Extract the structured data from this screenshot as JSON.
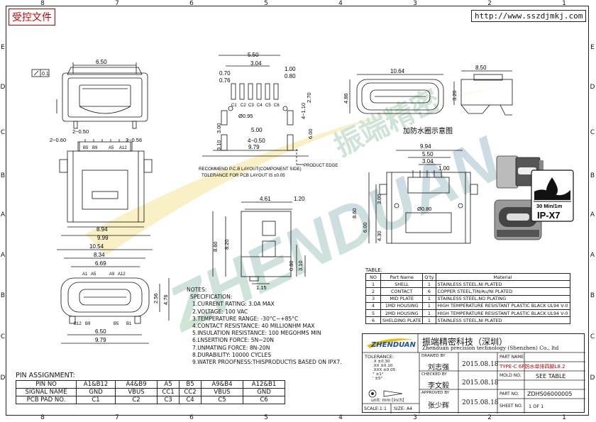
{
  "header": {
    "stamp": "受控文件",
    "url": "http://www.sszdjmkj.com"
  },
  "zones": {
    "columns": [
      "8",
      "7",
      "6",
      "5",
      "4",
      "3",
      "2",
      "1"
    ],
    "rows": [
      "E",
      "D",
      "C",
      "B",
      "A",
      "A",
      "B",
      "C",
      "D",
      "E"
    ]
  },
  "drawing": {
    "watermark_text": "ZHENDUAN",
    "watermark_cn": "振端精密",
    "front_view": {
      "dims": [
        "6.50",
        "0.1"
      ]
    },
    "pin_view": {
      "dims": [
        "2~0.50",
        "2~0.56",
        "2~0.60",
        "8.94",
        "9.99"
      ],
      "pin_labels": [
        "B5",
        "B9",
        "A5",
        "A12"
      ]
    },
    "bottom_view": {
      "dims": [
        "10.54",
        "8.34",
        "6.69",
        "6.50",
        "9.79",
        "2.56",
        "4.76"
      ],
      "pin_labels": [
        "A1",
        "A5",
        "A9",
        "A12",
        "B12",
        "B9",
        "B5",
        "B1"
      ]
    },
    "pcb_layout": {
      "dims": [
        "5.50",
        "3.04",
        "1.00",
        "0.80",
        "0.70",
        "0.76",
        "2.70",
        "4~1.10",
        "Ø0.95",
        "6.00",
        "5.00",
        "3.00",
        "3.10",
        "4~0.50",
        "9.79"
      ],
      "pad_labels": [
        "C1",
        "C2",
        "C3",
        "C4",
        "C5",
        "C6"
      ],
      "note_line1": "RECOMMEND P.C.B LAYOUT(COMPONENT SIDE)",
      "note_line2": "TOLERANCE FOR PCB LAYOUT IS ±0.05",
      "edge_label": "PRODUCT EDGE"
    },
    "waterproof_view": {
      "dims": [
        "10.64",
        "4.86",
        "8.50",
        "3.20"
      ],
      "caption": "加防水圈示意图"
    },
    "top_view": {
      "dims": [
        "9.94",
        "5.50",
        "3.04",
        "1.00",
        "Ø0.80",
        "8.60",
        "6.00",
        "3.00",
        "4.30"
      ]
    },
    "side_view": {
      "dims": [
        "4.61",
        "1.20",
        "8.60",
        "8.20",
        "3.10",
        "0.80",
        "1.15"
      ]
    },
    "ip_badge": {
      "time": "30 Min/1m",
      "rating": "IP-X7"
    }
  },
  "notes": {
    "title": "NOTES:",
    "subtitle": "SPECIFICATION:",
    "items": [
      "1.CURRENT RATING: 3.0A MAX",
      "2.VOLTAGE: 100 VAC",
      "3.TEMPERATURE RANGE: -30°C~+85°C",
      "4.CONTACT RESISTANCE: 40 MILLIONHM MAX",
      "5.INSULATION RESISTANCE: 100 MEGOHMS MIN",
      "6.LNSERTION FORCE: 5N~20N",
      "7.UNMATING FORCE: 8N-20N",
      "8.DURABILITY: 10000 CYCLES",
      "9.WATER PROOFNESS:THISPRODUCTIS BASED ON IPX7."
    ]
  },
  "pin_assignment": {
    "title": "PIN ASSIGNMENT:",
    "rows": [
      [
        "PIN NO",
        "A1&B12",
        "A4&B9",
        "A5",
        "B5",
        "A9&B4",
        "A12&B1"
      ],
      [
        "SIGNAL NAME",
        "GND",
        "VBUS",
        "CC1",
        "CC2",
        "VBUS",
        "GND"
      ],
      [
        "PCB PAD NO.",
        "C1",
        "C2",
        "C3",
        "C4",
        "C5",
        "C6"
      ]
    ]
  },
  "material_table": {
    "title": "TABLE:",
    "header": [
      "NO",
      "Part Name",
      "Q'ty",
      "Material"
    ],
    "rows": [
      [
        "1",
        "SHELL",
        "1",
        "STAINLESS STEEL,NI PLATED"
      ],
      [
        "2",
        "CONTACT",
        "6",
        "COPPER STEEL,TIN/Au/NI PLATED"
      ],
      [
        "3",
        "MID PLATE",
        "1",
        "STAINLESS STEEL,NO PLATING"
      ],
      [
        "4",
        "1MD HOUSING",
        "1",
        "HIGH TEMPERATURE RESISTANT PLASTIC BLACK UL94 V-0"
      ],
      [
        "5",
        "2MD HOUSING",
        "1",
        "HIGH TEMPERATURE RESISTANT PLASTIC BLACK UL94 V-0"
      ],
      [
        "6",
        "SHELDING PLATE",
        "1",
        "STAINLESS STEEL,NI PLATED"
      ]
    ]
  },
  "title_block": {
    "company_cn": "振端精密科技（深圳）",
    "company_en": "Zhenduan precision technology (Shenzhen) Co., ltd",
    "logo_text": "ZHENDUAN",
    "tolerance_label": "TOLERANCE:",
    "tolerances": [
      ".X ±0.30",
      ".XX ±0.10",
      ".XXX ±0.05",
      "° ±1°",
      "' ±5°"
    ],
    "unit_label": "unit: mm [inch]",
    "scale": "SCALE:1:1",
    "size": "SIZE: A4",
    "drawn_by_label": "DRAWED BY",
    "drawn_by": "刘志强",
    "checked_by_label": "CHECKED BY",
    "checked_by": "李文毅",
    "approved_by_label": "APPROVED BY",
    "approved_by": "张少辉",
    "date1": "2015.08.18",
    "date2": "2015.08.18",
    "date3": "2015.08.18",
    "part_name_label": "PART NAME",
    "part_name": "TYPE-C 6P防水单排四脚L8.2",
    "model_no_label": "MOLD NO.",
    "model_no": "SEE TABLE",
    "part_no_label": "PART NO.",
    "part_no": "ZDHS06000005",
    "sheet_no_label": "SHEET NO.",
    "sheet_no": "1 OF 1"
  }
}
